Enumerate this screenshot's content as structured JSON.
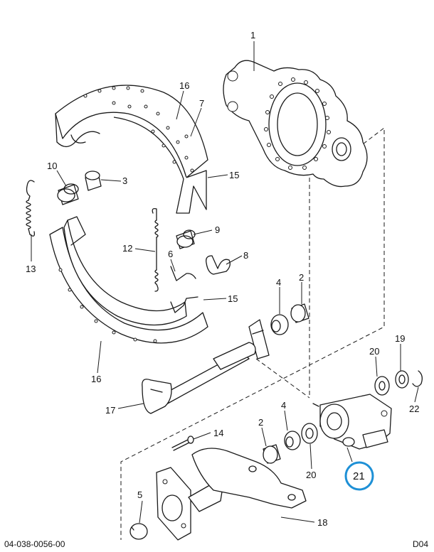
{
  "callouts": {
    "c1": "1",
    "c16a": "16",
    "c7": "7",
    "c15a": "15",
    "c10": "10",
    "c3": "3",
    "c9": "9",
    "c12": "12",
    "c6": "6",
    "c8": "8",
    "c13": "13",
    "c4a": "4",
    "c2a": "2",
    "c15b": "15",
    "c16b": "16",
    "c17": "17",
    "c20a": "20",
    "c19": "19",
    "c22": "22",
    "c2b": "2",
    "c4b": "4",
    "c14": "14",
    "c20b": "20",
    "c21": "21",
    "c5": "5",
    "c18": "18"
  },
  "highlight_color": "#1e90d6",
  "footer": {
    "doc_number": "04-038-0056-00",
    "sheet_code": "D04"
  }
}
